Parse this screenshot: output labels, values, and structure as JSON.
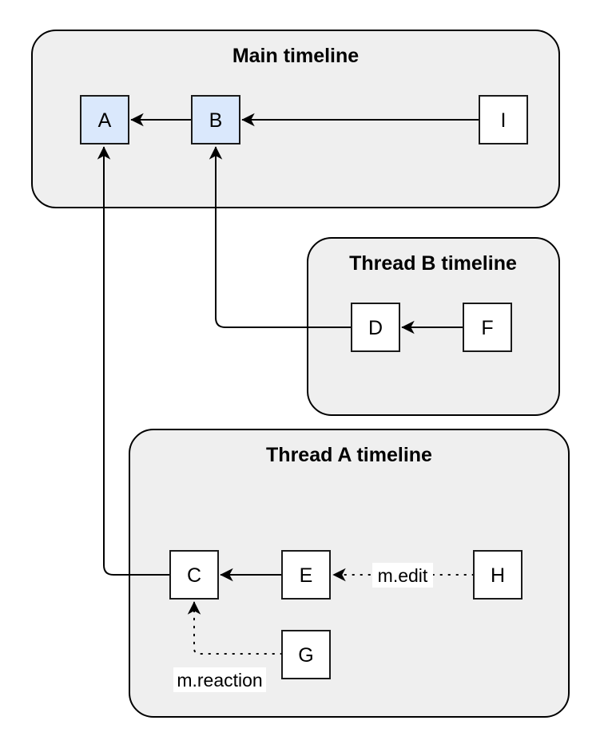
{
  "diagram": {
    "containers": [
      {
        "id": "main",
        "title": "Main timeline"
      },
      {
        "id": "thread-b",
        "title": "Thread B timeline"
      },
      {
        "id": "thread-a",
        "title": "Thread A timeline"
      }
    ],
    "nodes": [
      {
        "id": "A",
        "label": "A",
        "container": "main",
        "highlighted": true
      },
      {
        "id": "B",
        "label": "B",
        "container": "main",
        "highlighted": true
      },
      {
        "id": "I",
        "label": "I",
        "container": "main",
        "highlighted": false
      },
      {
        "id": "D",
        "label": "D",
        "container": "thread-b",
        "highlighted": false
      },
      {
        "id": "F",
        "label": "F",
        "container": "thread-b",
        "highlighted": false
      },
      {
        "id": "C",
        "label": "C",
        "container": "thread-a",
        "highlighted": false
      },
      {
        "id": "E",
        "label": "E",
        "container": "thread-a",
        "highlighted": false
      },
      {
        "id": "H",
        "label": "H",
        "container": "thread-a",
        "highlighted": false
      },
      {
        "id": "G",
        "label": "G",
        "container": "thread-a",
        "highlighted": false
      }
    ],
    "edges": [
      {
        "from": "B",
        "to": "A",
        "style": "solid",
        "label": ""
      },
      {
        "from": "I",
        "to": "B",
        "style": "solid",
        "label": ""
      },
      {
        "from": "F",
        "to": "D",
        "style": "solid",
        "label": ""
      },
      {
        "from": "D",
        "to": "B",
        "style": "solid",
        "label": ""
      },
      {
        "from": "E",
        "to": "C",
        "style": "solid",
        "label": ""
      },
      {
        "from": "C",
        "to": "A",
        "style": "solid",
        "label": ""
      },
      {
        "from": "H",
        "to": "E",
        "style": "dotted",
        "label": "m.edit"
      },
      {
        "from": "G",
        "to": "C",
        "style": "dotted",
        "label": "m.reaction"
      }
    ],
    "colors": {
      "canvas": "#ffffff",
      "container_fill": "#efefef",
      "container_stroke": "#000000",
      "node_fill": "#ffffff",
      "node_highlight_fill": "#dae8fc",
      "node_stroke": "#1a1a1a",
      "edge": "#000000"
    }
  }
}
